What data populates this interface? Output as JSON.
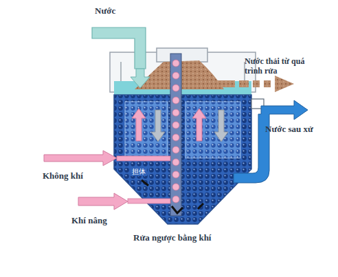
{
  "diagram": {
    "labels": [
      "Nước",
      "Nước thải từ quá trình rửa",
      "Nước sau xử",
      "Không khí",
      "Khí nâng",
      "Rửa ngược bằng khí",
      "担体"
    ]
  }
}
